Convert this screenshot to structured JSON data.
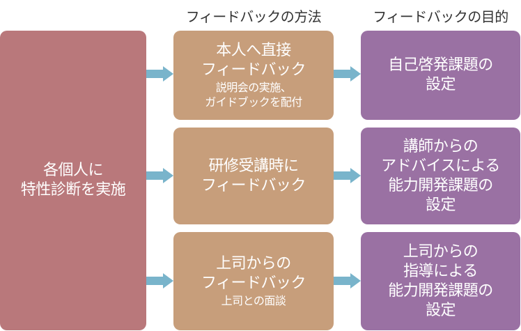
{
  "headers": {
    "method": "フィードバックの方法",
    "purpose": "フィードバックの目的"
  },
  "source": {
    "lines": [
      "各個人に",
      "特性診断を実施"
    ]
  },
  "rows": [
    {
      "method": {
        "lines": [
          "本人へ直接",
          "フィードバック"
        ],
        "sub": [
          "説明会の実施、",
          "ガイドブックを配付"
        ]
      },
      "purpose": {
        "lines": [
          "自己啓発課題の",
          "設定"
        ]
      }
    },
    {
      "method": {
        "lines": [
          "研修受講時に",
          "フィードバック"
        ],
        "sub": []
      },
      "purpose": {
        "lines": [
          "講師からの",
          "アドバイスによる",
          "能力開発課題の",
          "設定"
        ]
      }
    },
    {
      "method": {
        "lines": [
          "上司からの",
          "フィードバック"
        ],
        "sub": [
          "上司との面談"
        ]
      },
      "purpose": {
        "lines": [
          "上司からの",
          "指導による",
          "能力開発課題の",
          "設定"
        ]
      }
    }
  ],
  "colors": {
    "source": "#b9787b",
    "method": "#c79e7b",
    "purpose": "#9a71a3",
    "arrow": "#79b4cb"
  }
}
